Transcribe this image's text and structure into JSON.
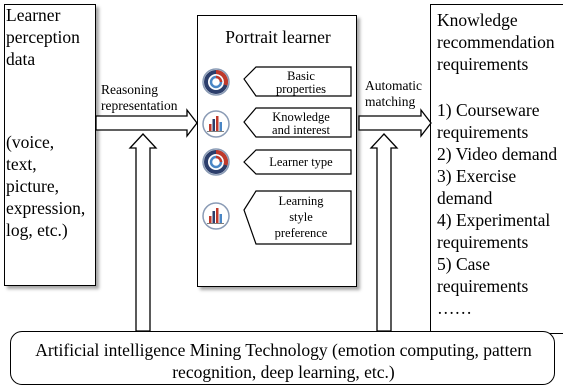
{
  "left": {
    "title_lines": [
      "Learner",
      "perception",
      "data"
    ],
    "detail_lines": [
      "(voice,",
      "text,",
      "picture,",
      "expression,",
      "log, etc.)"
    ]
  },
  "arrows": {
    "reasoning_lines": [
      "Reasoning",
      "representation"
    ],
    "matching_lines": [
      "Automatic",
      "matching"
    ]
  },
  "middle": {
    "title": "Portrait learner",
    "tags": [
      {
        "lines": [
          "Basic",
          "properties"
        ],
        "icon": "donut-chart-icon"
      },
      {
        "lines": [
          "Knowledge",
          "and interest"
        ],
        "icon": "bar-chart-icon"
      },
      {
        "lines": [
          "Learner type"
        ],
        "icon": "donut-chart-icon"
      },
      {
        "lines": [
          "Learning",
          "style",
          "preference"
        ],
        "icon": "bar-chart-icon"
      }
    ]
  },
  "right": {
    "title_lines": [
      "Knowledge",
      "recommendation",
      "requirements"
    ],
    "items": [
      "1) Courseware",
      "requirements",
      "2) Video demand",
      "3) Exercise",
      "demand",
      "4) Experimental",
      "requirements",
      "5) Case",
      "requirements",
      "……"
    ]
  },
  "bottom": {
    "lines": [
      "Artificial intelligence Mining Technology (emotion computing, pattern",
      "recognition, deep learning, etc.)"
    ]
  },
  "colors": {
    "accent_red": "#c0392b",
    "icon_navy": "#2c3e6b",
    "icon_blue": "#4a86c5"
  }
}
